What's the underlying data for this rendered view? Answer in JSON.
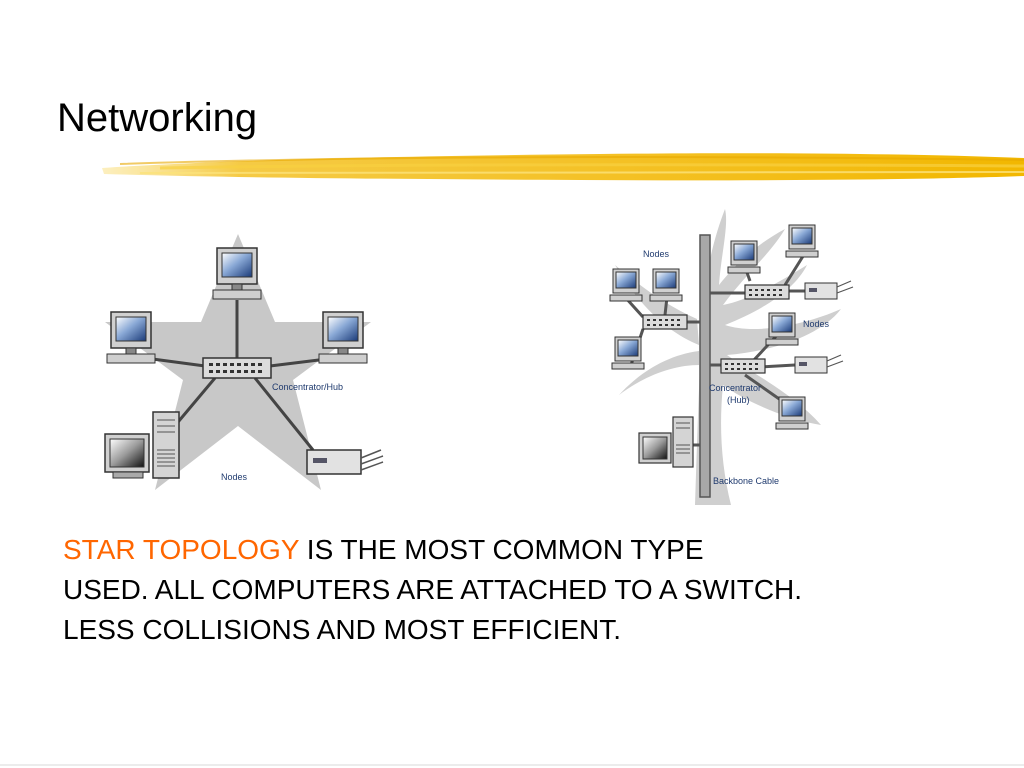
{
  "slide": {
    "title": "Networking",
    "body": {
      "highlight": "STAR TOPOLOGY",
      "line1_rest": " IS THE MOST COMMON TYPE",
      "line2": "USED. ALL COMPUTERS ARE ATTACHED TO A SWITCH.",
      "line3": "LESS COLLISIONS AND MOST EFFICIENT."
    }
  },
  "star_diagram": {
    "hub_label": "Concentrator/Hub",
    "nodes_label": "Nodes"
  },
  "tree_diagram": {
    "nodes_label_top": "Nodes",
    "nodes_label_right": "Nodes",
    "hub_label_line1": "Concentrator",
    "hub_label_line2": "(Hub)",
    "backbone_label": "Backbone Cable"
  },
  "colors": {
    "accent": "#ff6600",
    "brush": "#f4c430",
    "diagram_label": "#1f3a6e",
    "star_fill": "#c8c8c8"
  }
}
